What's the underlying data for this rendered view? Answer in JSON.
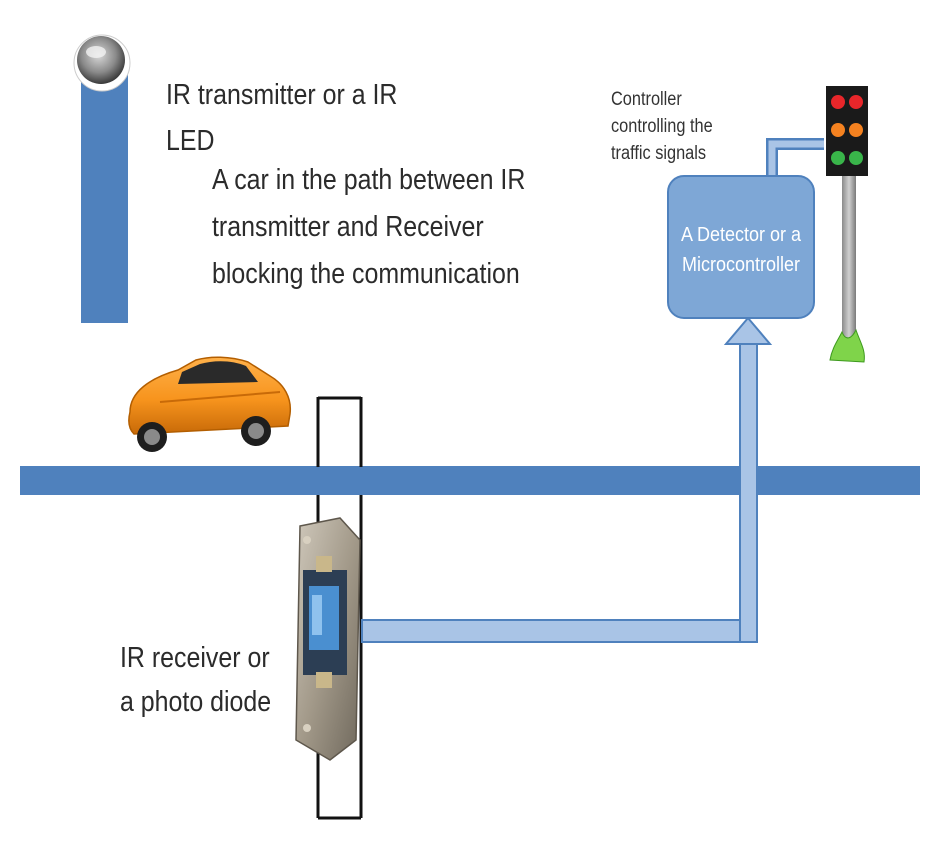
{
  "labels": {
    "ir_transmitter": [
      "IR transmitter or a IR",
      "LED"
    ],
    "car_blocking": [
      "A car in the path between IR",
      "transmitter and Receiver",
      "blocking the communication"
    ],
    "controller": [
      "Controller",
      "controlling the",
      "traffic signals"
    ],
    "detector": [
      "A Detector or a",
      "Microcontroller"
    ],
    "ir_receiver": [
      "IR receiver or",
      "a photo diode"
    ]
  },
  "colors": {
    "road": "#4f81bd",
    "pipe_fill": "#a9c4e6",
    "pipe_stroke": "#4f81bd",
    "detector_box": "#7ea7d6",
    "car_body": "#f7941d",
    "signal_red": "#e8262a",
    "signal_amber": "#f58220",
    "signal_green": "#39b54a"
  },
  "icons": {
    "transmitter": "ir-led-icon",
    "car": "car-icon",
    "receiver": "photo-diode-icon",
    "signal": "traffic-light-icon"
  }
}
